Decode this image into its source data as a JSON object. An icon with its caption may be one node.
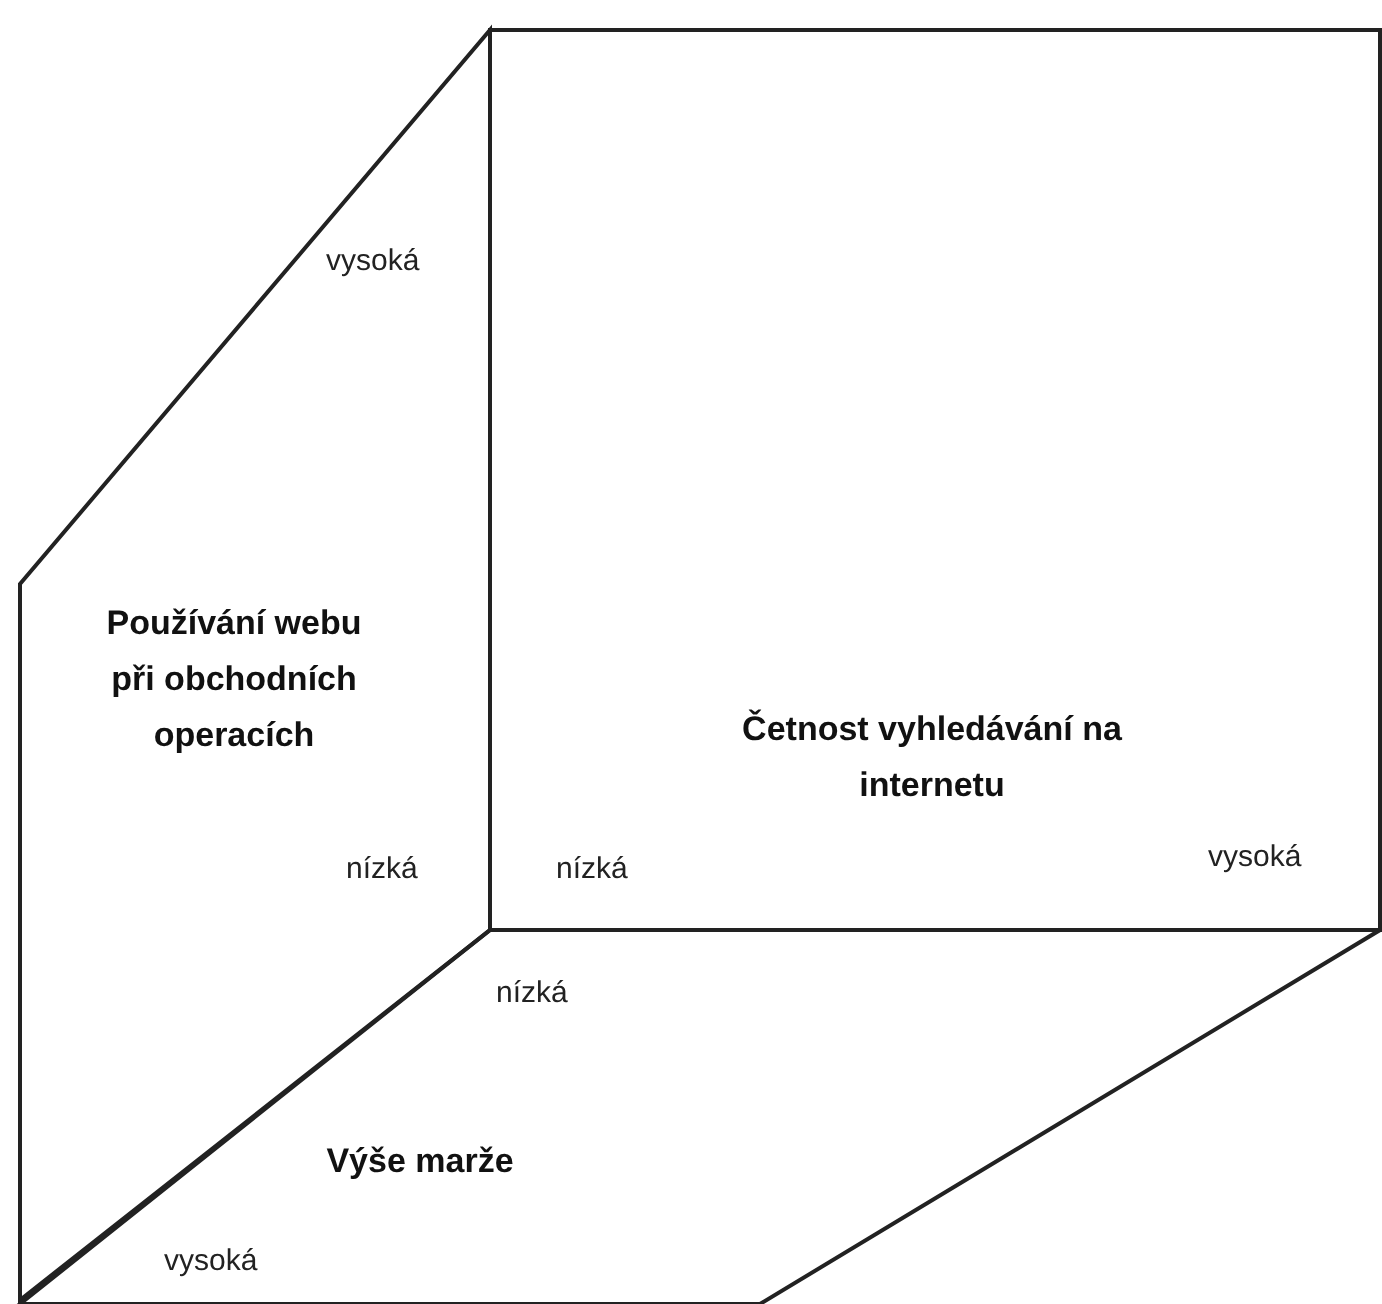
{
  "diagram": {
    "nodes": [
      {
        "text": [
          "Používání webu při obchodních operacích"
        ]
      },
      {
        "text": [
          "Četnost vyhledávání na internetu"
        ]
      },
      {
        "text": [
          "Výše marže"
        ]
      }
    ],
    "labels": [
      "vysoká",
      "nízká",
      "nízká",
      "vysoká",
      "nízká",
      "vysoká"
    ]
  }
}
